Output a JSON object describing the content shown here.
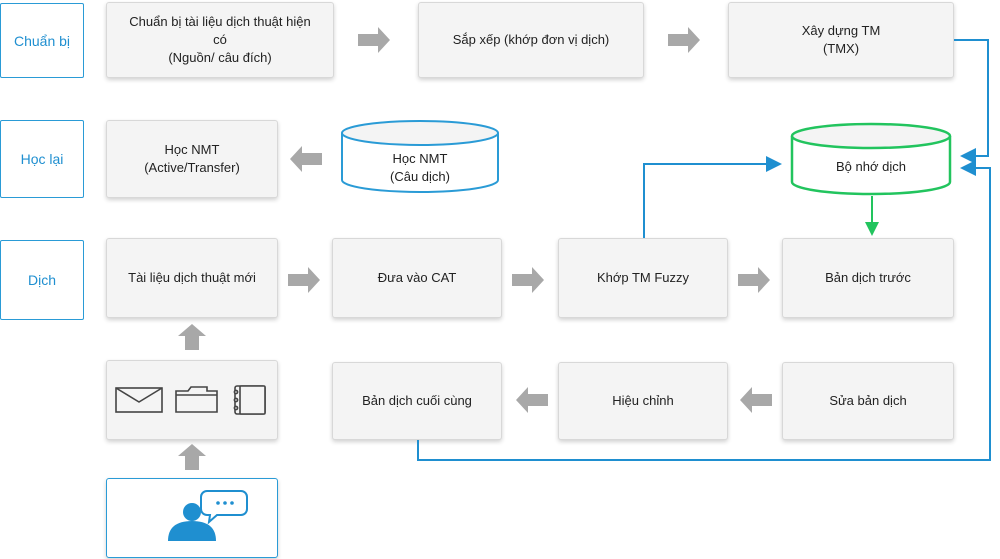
{
  "rows": {
    "prepare": "Chuẩn bị",
    "relearn": "Học lại",
    "translate": "Dịch"
  },
  "nodes": {
    "prepare_docs": "Chuẩn bị tài liệu dịch thuật hiện\ncó\n(Nguồn/ câu đích)",
    "align": "Sắp xếp (khớp đơn vị dịch)",
    "build_tm": "Xây dựng TM\n(TMX)",
    "learn_nmt": "Học NMT\n(Active/Transfer)",
    "nmt_db": "Học NMT\n(Câu dịch)",
    "tm_db": "Bộ nhớ dịch",
    "new_doc": "Tài liệu dịch thuật mới",
    "into_cat": "Đưa vào CAT",
    "fuzzy": "Khớp TM Fuzzy",
    "pre_translation": "Bản dịch trước",
    "final": "Bản dịch cuối cùng",
    "review": "Hiệu chỉnh",
    "edit": "Sửa bản dịch"
  },
  "icons": [
    "envelope-icon",
    "folder-icon",
    "notebook-icon",
    "user-chat-icon"
  ],
  "colors": {
    "accent_blue": "#1f8fd0",
    "green": "#22c45e",
    "arrow_gray": "#a8a8a8"
  }
}
